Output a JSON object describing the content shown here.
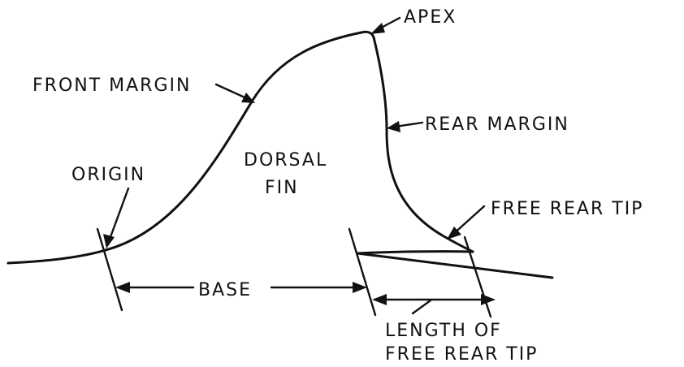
{
  "labels": {
    "apex": "APEX",
    "front_margin": "FRONT MARGIN",
    "rear_margin": "REAR MARGIN",
    "origin": "ORIGIN",
    "dorsal": "DORSAL",
    "fin": "FIN",
    "free_rear_tip": "FREE REAR TIP",
    "base": "BASE",
    "length_of": "LENGTH OF",
    "free_rear_tip_2": "FREE REAR TIP"
  }
}
